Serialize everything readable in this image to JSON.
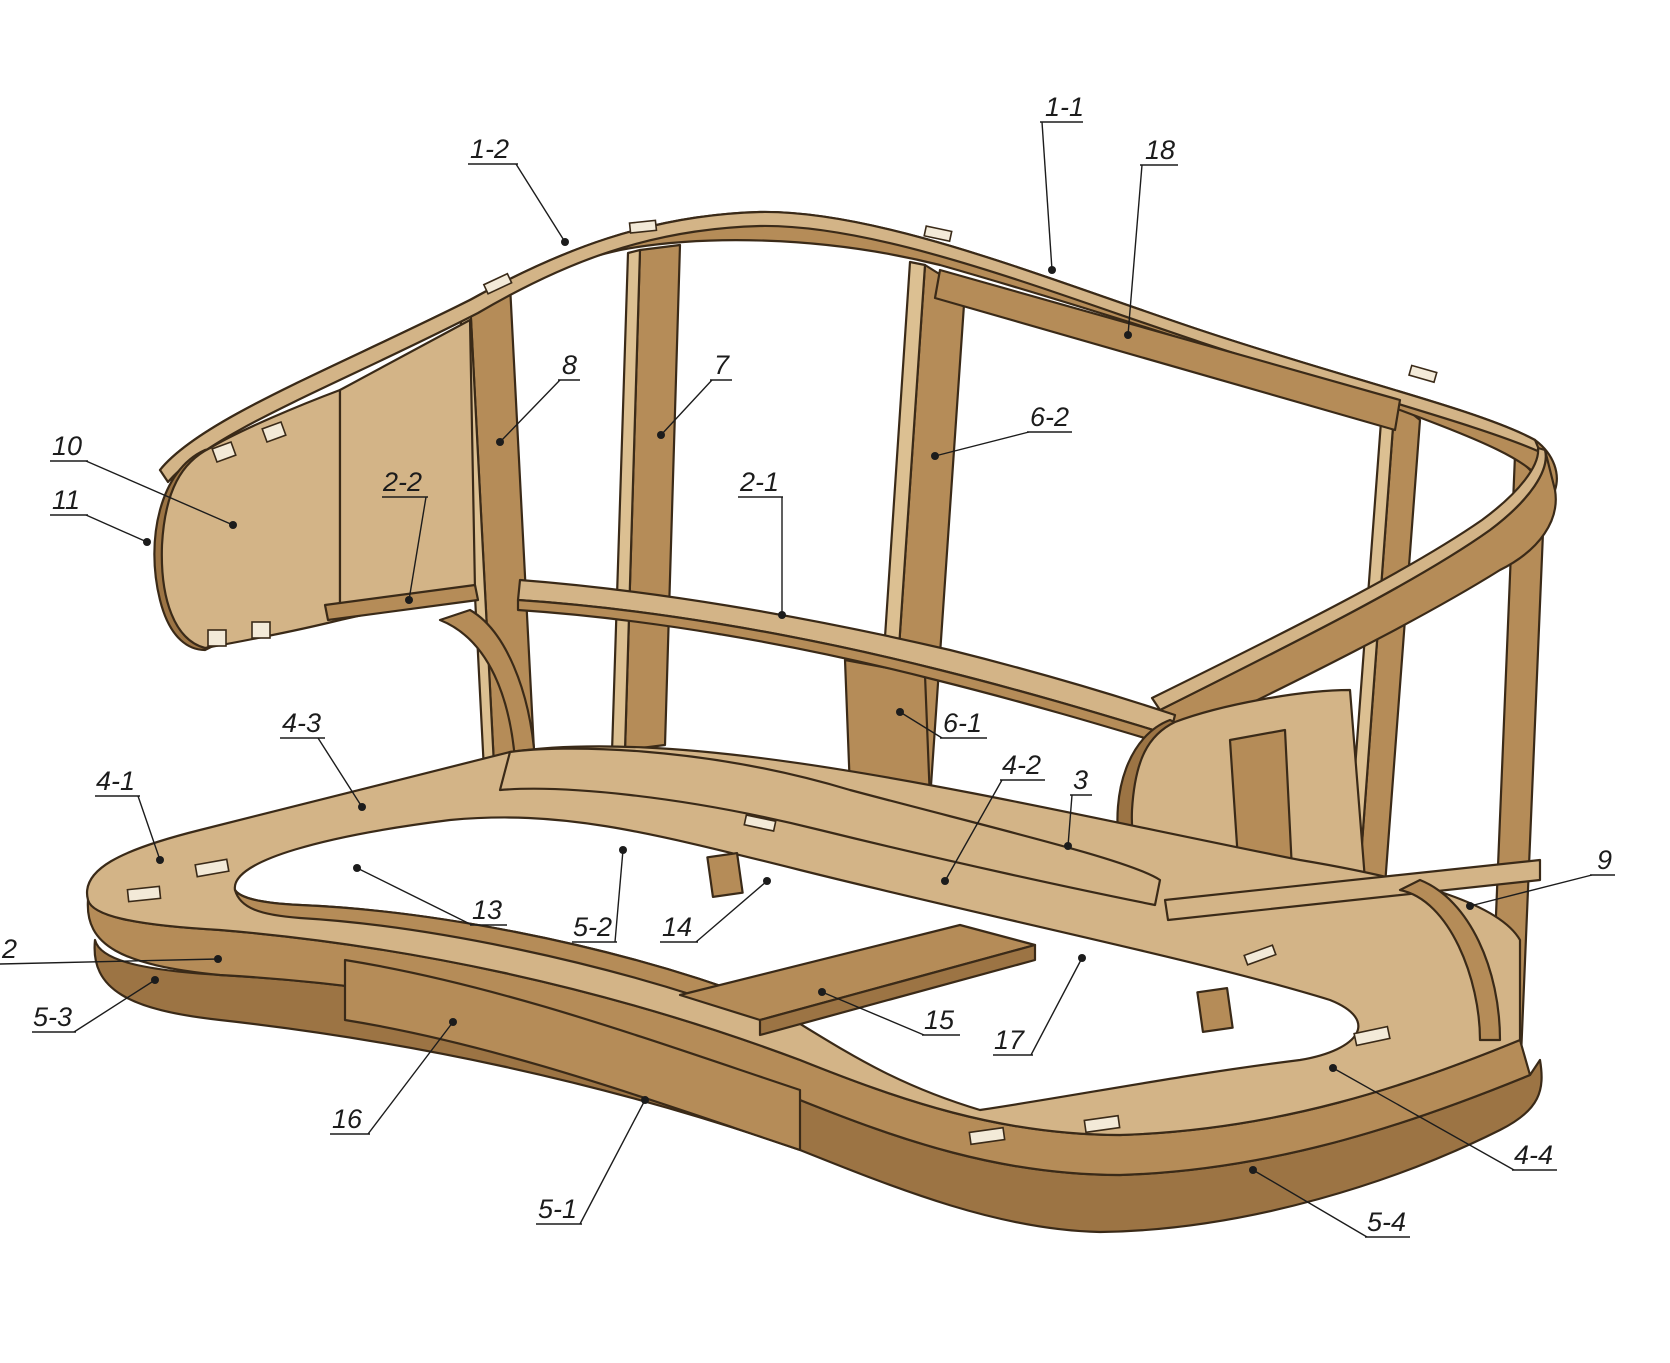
{
  "diagram": {
    "colors": {
      "wood_top": "#d3b487",
      "wood_side": "#b58c58",
      "wood_dark": "#9c7444",
      "outline": "#3a2a18",
      "label": "#1c1c1c",
      "background": "#ffffff"
    },
    "callouts": [
      {
        "id": "c-1-1",
        "label": "1-1"
      },
      {
        "id": "c-18",
        "label": "18"
      },
      {
        "id": "c-1-2",
        "label": "1-2"
      },
      {
        "id": "c-8",
        "label": "8"
      },
      {
        "id": "c-7",
        "label": "7"
      },
      {
        "id": "c-6-2",
        "label": "6-2"
      },
      {
        "id": "c-10",
        "label": "10"
      },
      {
        "id": "c-11",
        "label": "11"
      },
      {
        "id": "c-2-2",
        "label": "2-2"
      },
      {
        "id": "c-2-1",
        "label": "2-1"
      },
      {
        "id": "c-6-1",
        "label": "6-1"
      },
      {
        "id": "c-4-3",
        "label": "4-3"
      },
      {
        "id": "c-4-2",
        "label": "4-2"
      },
      {
        "id": "c-3",
        "label": "3"
      },
      {
        "id": "c-4-1",
        "label": "4-1"
      },
      {
        "id": "c-9",
        "label": "9"
      },
      {
        "id": "c-13",
        "label": "13"
      },
      {
        "id": "c-5-2",
        "label": "5-2"
      },
      {
        "id": "c-14",
        "label": "14"
      },
      {
        "id": "c-2",
        "label": "2"
      },
      {
        "id": "c-5-3",
        "label": "5-3"
      },
      {
        "id": "c-15",
        "label": "15"
      },
      {
        "id": "c-17",
        "label": "17"
      },
      {
        "id": "c-16",
        "label": "16"
      },
      {
        "id": "c-4-4",
        "label": "4-4"
      },
      {
        "id": "c-5-1",
        "label": "5-1"
      },
      {
        "id": "c-5-4",
        "label": "5-4"
      }
    ]
  }
}
